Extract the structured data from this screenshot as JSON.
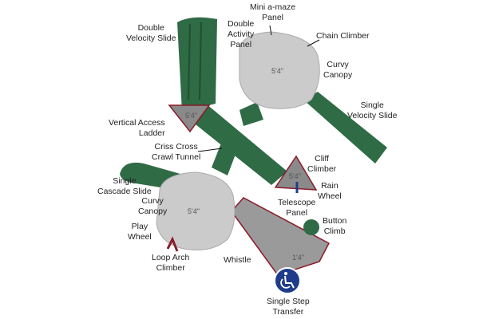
{
  "colors": {
    "slide": "#2f6b45",
    "canopy": "#c9c9c9",
    "deck": "#8a8a8a",
    "rail": "#8b1a2b",
    "access": "#1f3c8a"
  },
  "labels": {
    "double_velocity_slide": [
      "Double",
      "Velocity Slide"
    ],
    "mini_amaze_panel": [
      "Mini a-maze",
      "Panel"
    ],
    "double_activity_panel": [
      "Double",
      "Activity",
      "Panel"
    ],
    "chain_climber": [
      "Chain Climber"
    ],
    "curvy_canopy_top": [
      "Curvy",
      "Canopy"
    ],
    "single_velocity_slide": [
      "Single",
      "Velocity Slide"
    ],
    "vertical_access_ladder": [
      "Vertical Access",
      "Ladder"
    ],
    "criss_cross_crawl_tunnel": [
      "Criss Cross",
      "Crawl Tunnel"
    ],
    "cliff_climber": [
      "Cliff",
      "Climber"
    ],
    "rain_wheel": [
      "Rain",
      "Wheel"
    ],
    "telescope_panel": [
      "Telescope",
      "Panel"
    ],
    "single_cascade_slide": [
      "Single",
      "Cascade Slide"
    ],
    "curvy_canopy_bottom": [
      "Curvy",
      "Canopy"
    ],
    "play_wheel": [
      "Play",
      "Wheel"
    ],
    "button_climb": [
      "Button",
      "Climb"
    ],
    "loop_arch_climber": [
      "Loop Arch",
      "Climber"
    ],
    "whistle": [
      "Whistle"
    ],
    "single_step_transfer": [
      "Single Step",
      "Transfer"
    ]
  },
  "heights": {
    "top_canopy": "5'4\"",
    "ladder_deck": "5'4\"",
    "triangle_deck": "5'4\"",
    "bottom_canopy": "5'4\"",
    "step_transfer": "1'4\""
  },
  "icons": {
    "accessibility": "wheelchair-icon"
  }
}
